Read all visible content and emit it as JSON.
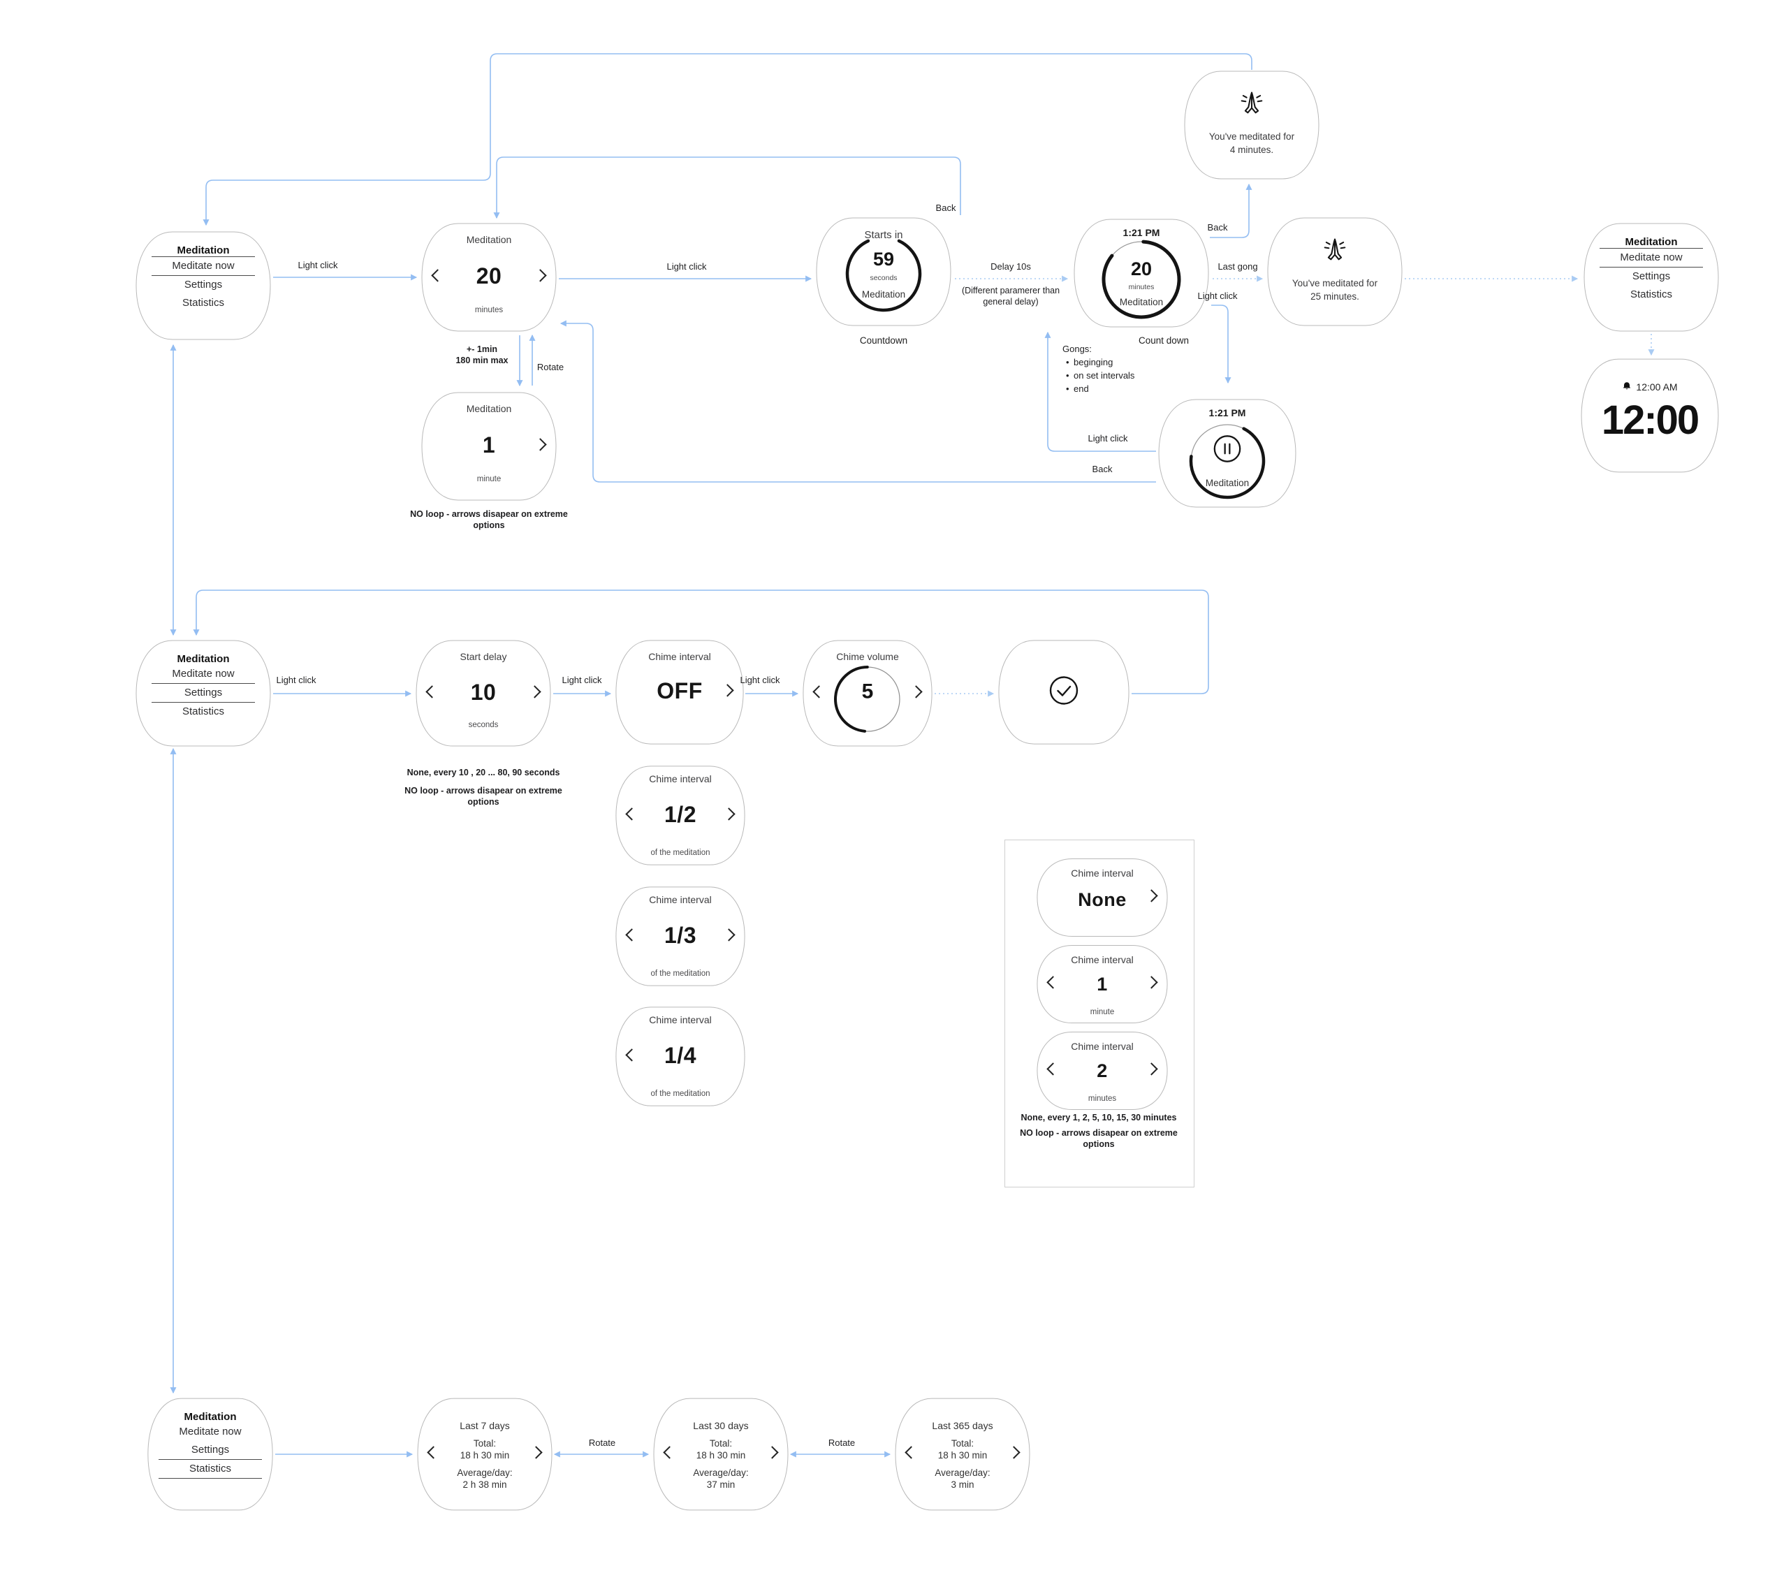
{
  "colors": {
    "connector": "#93bdf2",
    "connector_dotted": "#b7d3f4",
    "node_border": "#b9b9b9",
    "ink": "#1c1c1e",
    "ring": "#141414"
  },
  "menus": {
    "main_top": {
      "title": "Meditation",
      "items": [
        "Meditate now",
        "Settings",
        "Statistics"
      ],
      "selected": "Meditate now"
    },
    "settings": {
      "title": "Meditation",
      "items": [
        "Meditate now",
        "Settings",
        "Statistics"
      ],
      "selected": "Settings"
    },
    "statistics": {
      "title": "Meditation",
      "items": [
        "Meditate now",
        "Settings",
        "Statistics"
      ],
      "selected": "Statistics"
    },
    "main_right": {
      "title": "Meditation",
      "items": [
        "Meditate now",
        "Settings",
        "Statistics"
      ],
      "selected": "Meditate now"
    }
  },
  "screens": {
    "duration_20": {
      "title": "Meditation",
      "value": "20",
      "unit": "minutes"
    },
    "duration_1": {
      "title": "Meditation",
      "value": "1",
      "unit": "minute"
    },
    "countdown": {
      "title": "Starts in",
      "value": "59",
      "unit": "seconds",
      "footer": "Meditation"
    },
    "timer": {
      "time": "1:21 PM",
      "value": "20",
      "unit": "minutes",
      "footer": "Meditation"
    },
    "paused": {
      "time": "1:21 PM",
      "footer": "Meditation"
    },
    "summary_short": {
      "line1": "You've meditated for",
      "line2": "4 minutes."
    },
    "summary_long": {
      "line1": "You've meditated for",
      "line2": "25 minutes."
    },
    "watchface": {
      "alarm_time": "12:00 AM",
      "clock": "12:00"
    },
    "start_delay": {
      "title": "Start delay",
      "value": "10",
      "unit": "seconds"
    },
    "chime_off": {
      "title": "Chime interval",
      "value": "OFF"
    },
    "chime_half": {
      "title": "Chime interval",
      "value": "1/2",
      "unit": "of the meditation"
    },
    "chime_third": {
      "title": "Chime interval",
      "value": "1/3",
      "unit": "of the meditation"
    },
    "chime_quarter": {
      "title": "Chime interval",
      "value": "1/4",
      "unit": "of the meditation"
    },
    "chime_volume": {
      "title": "Chime volume",
      "value": "5"
    },
    "chime_none": {
      "title": "Chime interval",
      "value": "None"
    },
    "chime_1": {
      "title": "Chime interval",
      "value": "1",
      "unit": "minute"
    },
    "chime_2": {
      "title": "Chime interval",
      "value": "2",
      "unit": "minutes"
    },
    "stats_7": {
      "title": "Last 7 days",
      "total_label": "Total:",
      "total": "18 h 30 min",
      "avg_label": "Average/day:",
      "avg": "2 h 38 min"
    },
    "stats_30": {
      "title": "Last 30 days",
      "total_label": "Total:",
      "total": "18 h 30 min",
      "avg_label": "Average/day:",
      "avg": "37 min"
    },
    "stats_365": {
      "title": "Last 365 days",
      "total_label": "Total:",
      "total": "18 h 30 min",
      "avg_label": "Average/day:",
      "avg": "3 min"
    }
  },
  "edge_labels": {
    "light_click": "Light click",
    "back": "Back",
    "rotate": "Rotate",
    "delay": "Delay 10s",
    "delay_note": "(Different paramerer than general delay)",
    "last_gong": "Last gong"
  },
  "captions": {
    "countdown": "Countdown",
    "count_down": "Count down"
  },
  "notes": {
    "rotate_step": "+- 1min",
    "rotate_max": "180 min max",
    "no_loop": "NO loop - arrows disapear on extreme options",
    "delay_options": "None, every 10 , 20 ... 80, 90 seconds",
    "gongs_title": "Gongs:",
    "gongs_items": [
      "beginging",
      "on set intervals",
      "end"
    ],
    "interval_options": "None, every 1, 2, 5, 10, 15, 30 minutes"
  }
}
